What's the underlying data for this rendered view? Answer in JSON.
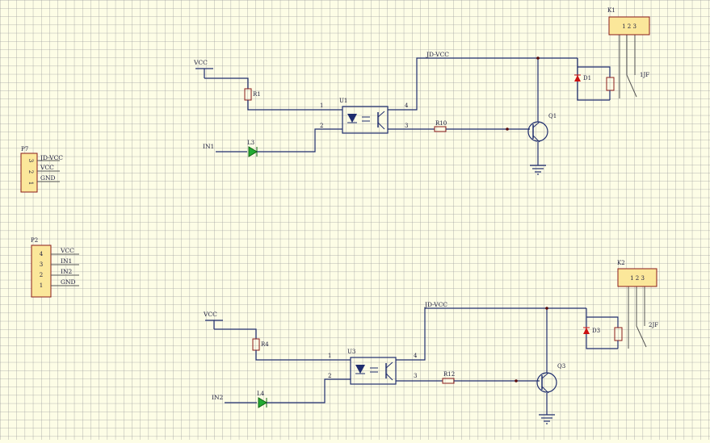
{
  "connectors": {
    "p7": {
      "ref": "P7",
      "pins": [
        "3",
        "2",
        "1"
      ],
      "nets": [
        "JD-VCC",
        "VCC",
        "GND"
      ]
    },
    "p2": {
      "ref": "P2",
      "pins": [
        "4",
        "3",
        "2",
        "1"
      ],
      "nets": [
        "VCC",
        "IN1",
        "IN2",
        "GND"
      ]
    }
  },
  "channel1": {
    "vcc": "VCC",
    "jdvcc": "JD-VCC",
    "resistor": "R1",
    "led": "L3",
    "input": "IN1",
    "opto": "U1",
    "opto_pins": [
      "1",
      "2",
      "3",
      "4"
    ],
    "base_res": "R10",
    "transistor": "Q1",
    "diode": "D1",
    "relay_ref": "K1",
    "relay_pins": "1 2 3",
    "relay_label": "1JF"
  },
  "channel2": {
    "vcc": "VCC",
    "jdvcc": "JD-VCC",
    "resistor": "R4",
    "led": "L4",
    "input": "IN2",
    "opto": "U3",
    "opto_pins": [
      "1",
      "2",
      "3",
      "4"
    ],
    "base_res": "R12",
    "transistor": "Q3",
    "diode": "D3",
    "relay_ref": "K2",
    "relay_pins": "1 2 3",
    "relay_label": "2JF"
  },
  "colors": {
    "grid": "#9a9a9a",
    "background": "#fdfde6",
    "wire": "#1f2d6e",
    "component": "#8a1a1a",
    "connector_fill": "#fbe79a",
    "led": "#22aa33",
    "diode": "#cc1111"
  }
}
